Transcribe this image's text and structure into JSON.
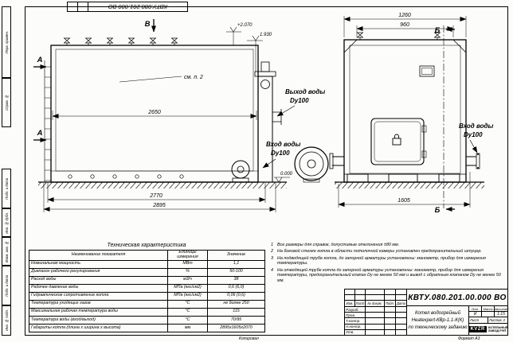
{
  "page": {
    "top_stamp": "КВТУ.080.201.000 ВО",
    "footer": {
      "copied": "Копировал",
      "format": "Формат А3"
    }
  },
  "left_margin": {
    "labels": [
      "Перв. примен.",
      "Справ. №",
      "Подп. и дата",
      "Инв. № дубл.",
      "Взам. инв. №",
      "Подп. и дата",
      "Инв. № подл."
    ]
  },
  "drawing": {
    "markers": {
      "a": "А",
      "b": "Б",
      "v": "В"
    },
    "see_note": "см. п. 2",
    "levels": {
      "top": "+2.070",
      "outlet": "1.930",
      "ground": "0.000"
    },
    "labels": {
      "out": "Выход воды",
      "in": "Вход воды",
      "dn": "Dy100"
    },
    "dims_side": [
      "2650",
      "2770",
      "2895"
    ],
    "dims_front": [
      "1260",
      "960",
      "1605"
    ]
  },
  "tech_table": {
    "title": "Техническая характеристика",
    "headers": [
      "Наименование показателя",
      "Единицы измерения",
      "Значение"
    ],
    "rows": [
      [
        "Номинальная мощность",
        "МВт",
        "1,1"
      ],
      [
        "Диапазон рабочего регулирования",
        "%",
        "50-100"
      ],
      [
        "Расход воды",
        "м3/ч",
        "38"
      ],
      [
        "Рабочее давление воды",
        "МПа (кгс/см2)",
        "0,6 (6,0)"
      ],
      [
        "Гидравлическое сопротивление котла",
        "МПа (кгс/см2)",
        "0,06 (0,6)"
      ],
      [
        "Температура уходящих газов",
        "°С",
        "не более 250"
      ],
      [
        "Максимальная рабочая температура воды",
        "°С",
        "115"
      ],
      [
        "Температура воды (вход/выход)",
        "°С",
        "70/95"
      ],
      [
        "Габариты котла (длина х ширина х высота)",
        "мм",
        "2895х1605х2070"
      ]
    ]
  },
  "notes": {
    "items": [
      {
        "num": "1",
        "text": "Все размеры для справок, допустимые отклонения ±80 мм."
      },
      {
        "num": "2",
        "text": "На боковой стенке котла в области потолочной камеры установлен предохранительный штуцер."
      },
      {
        "num": "3",
        "text": "На подводящей трубе котла, до запорной арматуры установлены: манометр, прибор для измерения температуры."
      },
      {
        "num": "4",
        "text": "На отводящей трубе котла до запорной арматуры установлены: манометр, прибор для измерения температуры, предохранительный клапан Dy не менее 50 мм и вывод с обратным клапаном Dy не менее 50 мм."
      }
    ]
  },
  "title_block": {
    "doc_number": "КВТУ.080.201.00.000 ВО",
    "title_line1": "Котел водогрейный",
    "title_line2": "Heatexpert-КВр-1.1-К(К)",
    "title_line3": "по техническому заданию",
    "header_cells": [
      "Изм.",
      "Лист",
      "№ докум.",
      "Подп.",
      "Дата"
    ],
    "role_rows": [
      "Разраб.",
      "Пров.",
      "Т.контр.",
      "Н.контр.",
      "Утв."
    ],
    "lit_label": "Лит.",
    "lit_value": "И",
    "mass_label": "Масса",
    "mass_value": "",
    "scale_label": "Масштаб",
    "scale_value": "1:15",
    "sheet_label": "Лист",
    "sheet_value": "",
    "sheets_label": "Листов",
    "sheets_value": "2",
    "company_logo": "KVZR",
    "company": "КОТЕЛЬНЫЙ ЗАВОД РЭП"
  }
}
